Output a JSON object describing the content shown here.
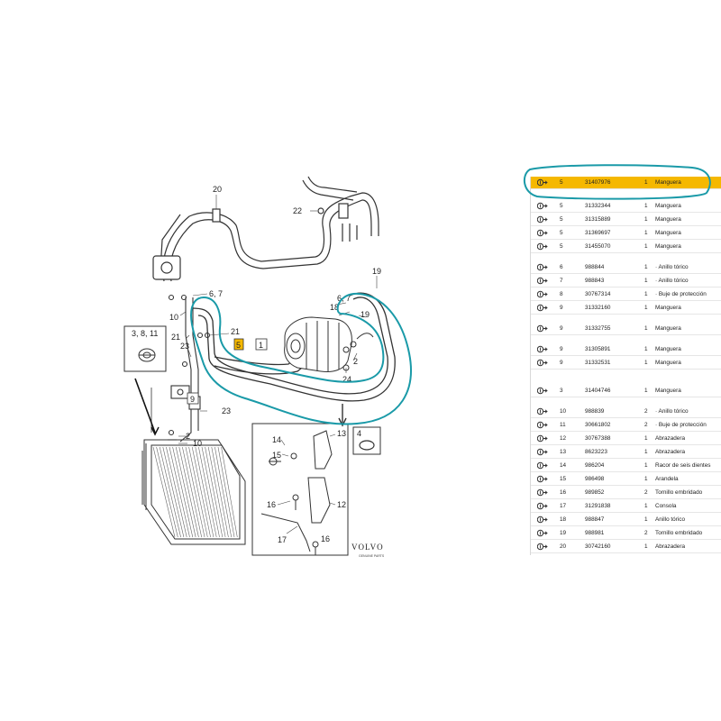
{
  "diagram": {
    "brand": "VOLVO",
    "brand_sub": "GENUINE PARTS",
    "callouts": {
      "c20": "20",
      "c22": "22",
      "c67a": "6, 7",
      "c10a": "10",
      "c21a": "21",
      "c21b": "21",
      "c23a": "23",
      "c3811": "3, 8, 11",
      "c9": "9",
      "c23b": "23",
      "c2a": "2",
      "c10b": "10",
      "c1": "1",
      "c5": "5",
      "c19a": "19",
      "c67b": "6, 7",
      "c18": "18",
      "c19b": "19",
      "c2b": "2",
      "c24": "24",
      "c4": "4",
      "c13": "13",
      "c14": "14",
      "c15": "15",
      "c16a": "16",
      "c12": "12",
      "c17": "17",
      "c16b": "16"
    }
  },
  "parts": [
    {
      "ref": "5",
      "part": "31407976",
      "qty": "1",
      "desc": "Manguera",
      "selected": true
    },
    {
      "ref": "5",
      "part": "31332344",
      "qty": "1",
      "desc": "Manguera"
    },
    {
      "ref": "5",
      "part": "31315889",
      "qty": "1",
      "desc": "Manguera"
    },
    {
      "ref": "5",
      "part": "31369697",
      "qty": "1",
      "desc": "Manguera"
    },
    {
      "ref": "5",
      "part": "31455070",
      "qty": "1",
      "desc": "Manguera"
    },
    {
      "ref": "6",
      "part": "988844",
      "qty": "1",
      "desc": "· Anillo tórico"
    },
    {
      "ref": "7",
      "part": "988843",
      "qty": "1",
      "desc": "· Anillo tórico"
    },
    {
      "ref": "8",
      "part": "30767314",
      "qty": "1",
      "desc": "· Buje de protección"
    },
    {
      "ref": "9",
      "part": "31332160",
      "qty": "1",
      "desc": "Manguera"
    },
    {
      "ref": "9",
      "part": "31332755",
      "qty": "1",
      "desc": "Manguera"
    },
    {
      "ref": "9",
      "part": "31305891",
      "qty": "1",
      "desc": "Manguera"
    },
    {
      "ref": "9",
      "part": "31332531",
      "qty": "1",
      "desc": "Manguera"
    },
    {
      "ref": "3",
      "part": "31404746",
      "qty": "1",
      "desc": "Manguera"
    },
    {
      "ref": "10",
      "part": "988839",
      "qty": "2",
      "desc": "· Anillo tórico"
    },
    {
      "ref": "11",
      "part": "30661802",
      "qty": "2",
      "desc": "· Buje de protección"
    },
    {
      "ref": "12",
      "part": "30767388",
      "qty": "1",
      "desc": "Abrazadera"
    },
    {
      "ref": "13",
      "part": "8623223",
      "qty": "1",
      "desc": "Abrazadera"
    },
    {
      "ref": "14",
      "part": "986204",
      "qty": "1",
      "desc": "Racor de seis dientes"
    },
    {
      "ref": "15",
      "part": "986498",
      "qty": "1",
      "desc": "Arandela"
    },
    {
      "ref": "16",
      "part": "989852",
      "qty": "2",
      "desc": "Tornillo embridado"
    },
    {
      "ref": "17",
      "part": "31291838",
      "qty": "1",
      "desc": "Consola"
    },
    {
      "ref": "18",
      "part": "988847",
      "qty": "1",
      "desc": "Anillo tórico"
    },
    {
      "ref": "19",
      "part": "988981",
      "qty": "2",
      "desc": "Tornillo embridado"
    },
    {
      "ref": "20",
      "part": "30742160",
      "qty": "1",
      "desc": "Abrazadera"
    }
  ],
  "colors": {
    "highlight_ring": "#1a9aa8",
    "selected_row": "#f5b800",
    "line_art": "#333333"
  },
  "icons": {
    "row_icon": "cart-arrow-icon"
  }
}
